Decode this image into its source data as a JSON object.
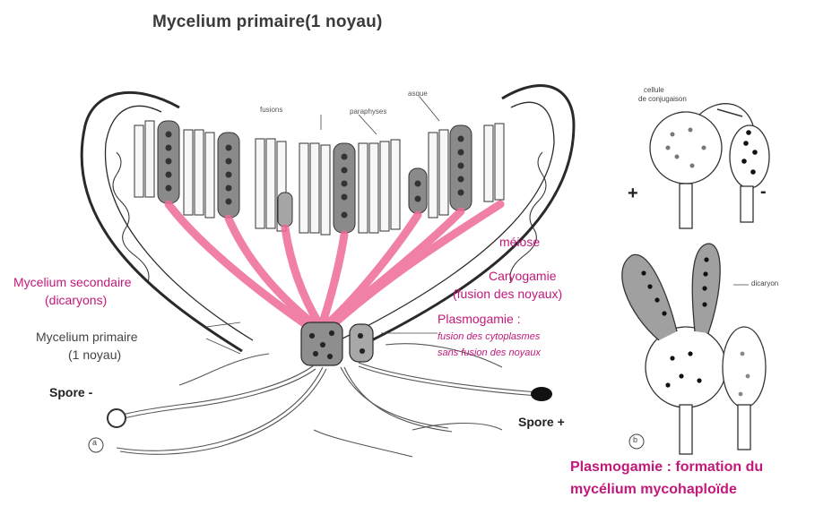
{
  "title": "Mycelium primaire(1 noyau)",
  "left_figure": {
    "top_labels": [
      "fusions",
      "paraphyses",
      "asque"
    ],
    "meiose": "méiose",
    "caryogamie": [
      "Caryogamie",
      "(fusion des noyaux)"
    ],
    "mycelium_secondaire": [
      "Mycelium secondaire",
      "(dicaryons)"
    ],
    "mycelium_primaire": [
      "Mycelium primaire",
      "(1 noyau)"
    ],
    "plasmogamie": [
      "Plasmogamie :",
      "fusion des cytoplasmes",
      "sans fusion des noyaux"
    ],
    "spore_minus": "Spore -",
    "spore_plus": "Spore +",
    "panel_number": "a"
  },
  "right_figure": {
    "top_label": [
      "cellule",
      "de conjugaison"
    ],
    "plus_sign": "+",
    "minus_sign": "-",
    "side_label": "dicaryon",
    "panel_number": "b",
    "caption": [
      "Plasmogamie :  formation du",
      "mycélium mycohaploïde"
    ]
  },
  "colors": {
    "pink_label": "#c2187a",
    "pink_hyphae": "#ef6b98",
    "ink": "#2a2a2a"
  }
}
